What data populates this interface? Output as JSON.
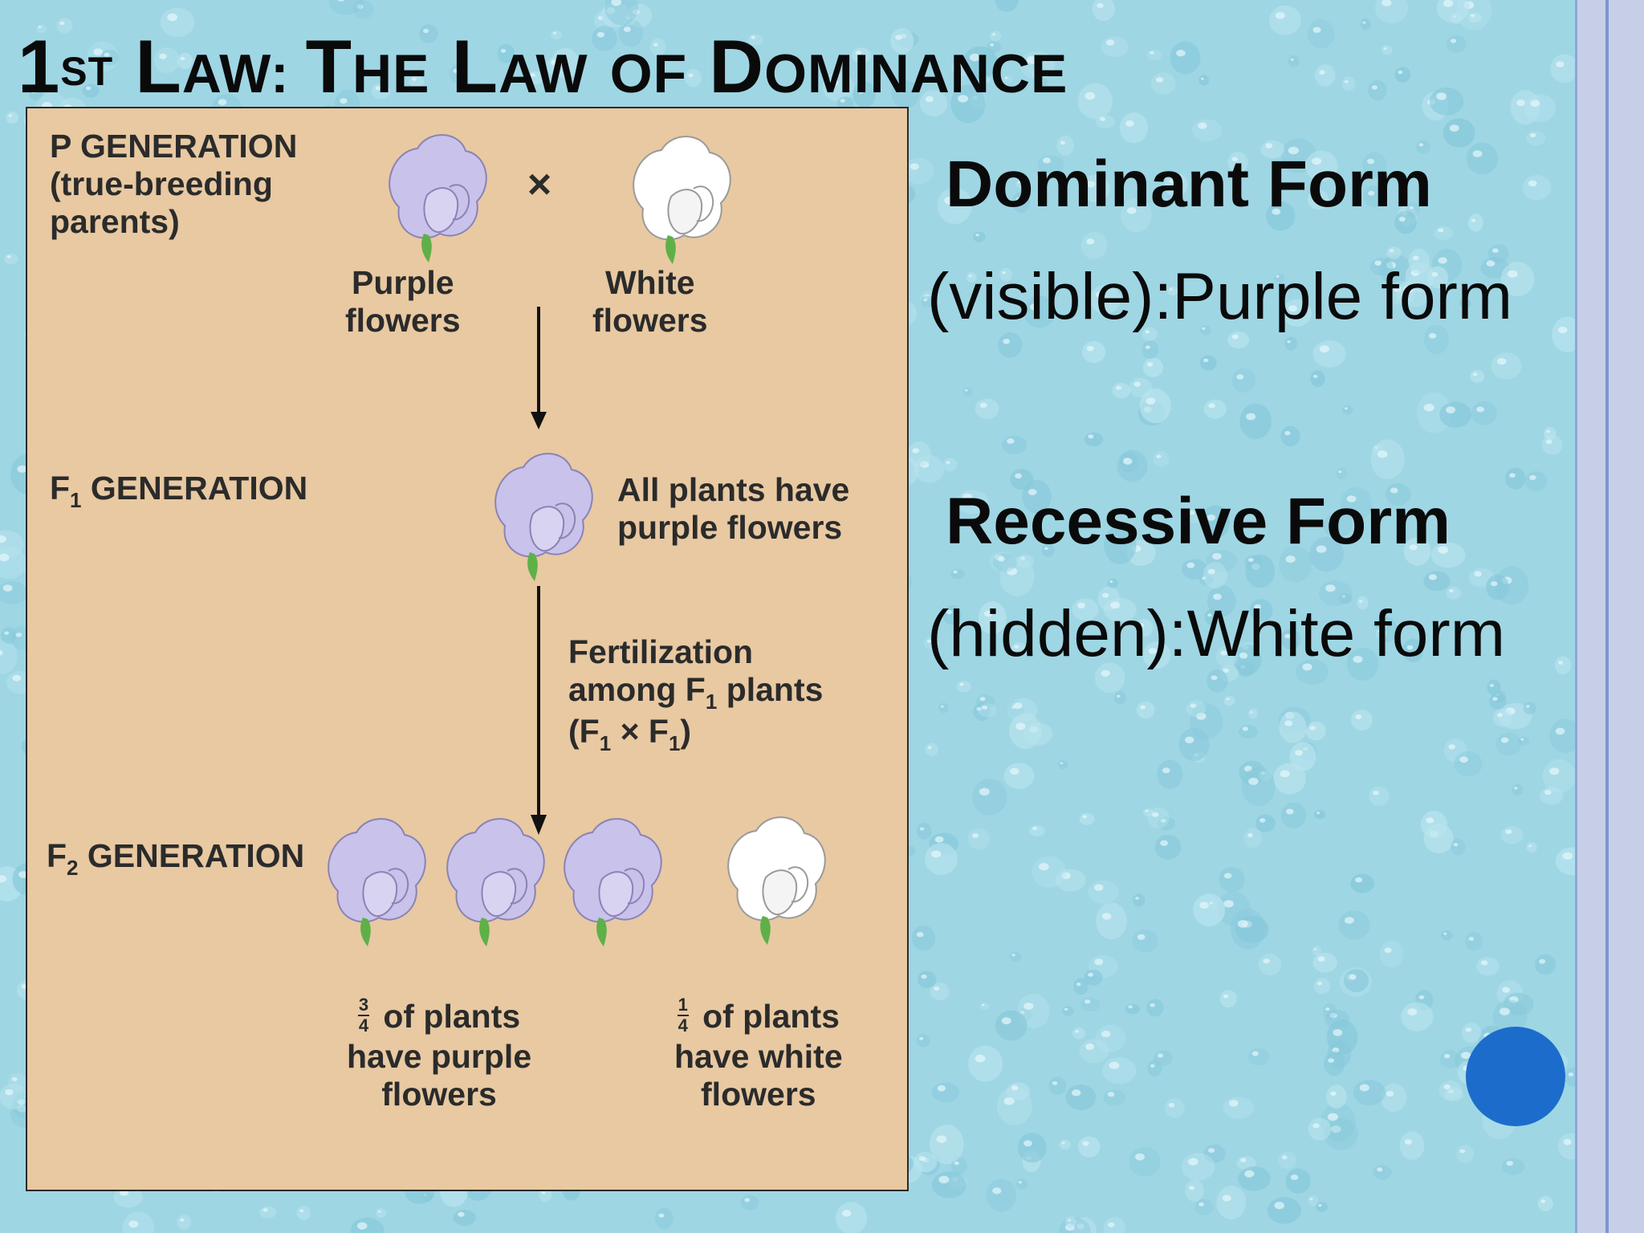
{
  "title": {
    "num": "1",
    "sup": "ST",
    "l1_big": "L",
    "l1_small": "AW",
    "colon": ": ",
    "l2_big": "T",
    "l2_small": "HE",
    "l3_big": "L",
    "l3_small": "AW",
    "l4_small": "OF",
    "l5_big": "D",
    "l5_small": "OMINANCE"
  },
  "figure": {
    "p_generation": [
      "P GENERATION",
      "(true-breeding",
      "parents)"
    ],
    "cross_symbol": "×",
    "purple_flowers": [
      "Purple",
      "flowers"
    ],
    "white_flowers": [
      "White",
      "flowers"
    ],
    "f1_generation": {
      "prefix": "F",
      "sub": "1",
      "suffix": " GENERATION"
    },
    "f1_result": [
      "All plants have",
      "purple flowers"
    ],
    "fertilization": {
      "line1": "Fertilization",
      "line2_a": "among F",
      "line2_sub": "1",
      "line2_b": " plants",
      "line3_a": "(F",
      "line3_sub1": "1",
      "line3_x": " × F",
      "line3_sub2": "1",
      "line3_b": ")"
    },
    "f2_generation": {
      "prefix": "F",
      "sub": "2",
      "suffix": " GENERATION"
    },
    "f2_purple": {
      "num": "3",
      "den": "4",
      "line1": " of plants",
      "line2": "have purple",
      "line3": "flowers"
    },
    "f2_white": {
      "num": "1",
      "den": "4",
      "line1": " of plants",
      "line2": "have white",
      "line3": "flowers"
    },
    "colors": {
      "purple_flower": "#c9c2ea",
      "white_flower": "#ffffff",
      "leaf": "#5fb048",
      "panel": "#e8c9a2"
    }
  },
  "bullets": {
    "dominant_heading": "Dominant Form",
    "dominant_body": "(visible):Purple form",
    "recessive_heading": "Recessive Form",
    "recessive_body": "(hidden):White form"
  },
  "colors": {
    "background": "#9fd6e4",
    "accent_dot": "#1c6ccc"
  }
}
